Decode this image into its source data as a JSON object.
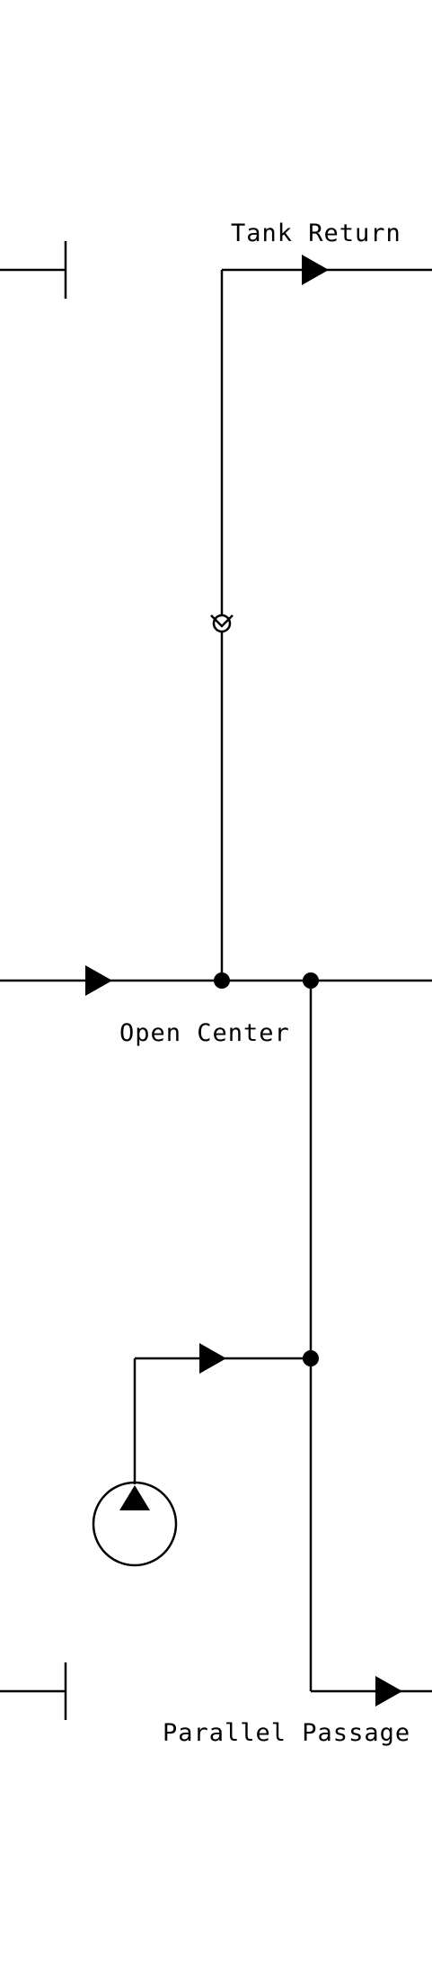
{
  "labels": {
    "tank_return": "Tank Return",
    "open_center": "Open Center",
    "parallel_passage": "Parallel Passage"
  },
  "colors": {
    "line": "#000000",
    "background": "#ffffff"
  }
}
